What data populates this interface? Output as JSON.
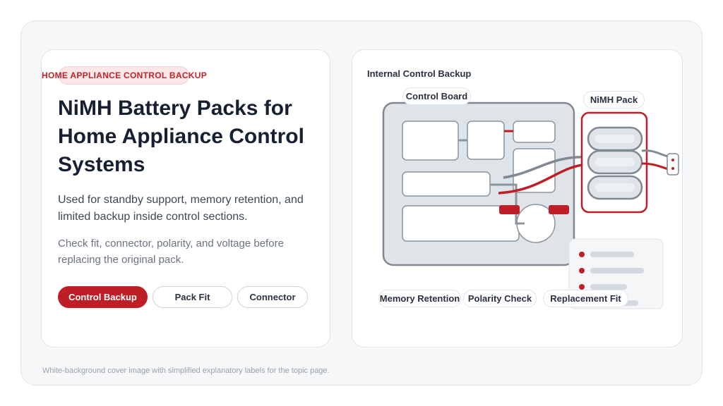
{
  "left_card": {
    "eyebrow": "HOME APPLIANCE CONTROL BACKUP",
    "title": "NiMH Battery Packs for Home Appliance Control Systems",
    "description": "Used for standby support, memory retention, and limited backup inside control sections.",
    "note": "Check fit, connector, polarity, and voltage before replacing the original pack.",
    "chips": [
      {
        "label": "Control Backup",
        "active": true
      },
      {
        "label": "Pack Fit",
        "active": false
      },
      {
        "label": "Connector",
        "active": false
      }
    ]
  },
  "right_card": {
    "title": "Internal Control Backup",
    "board_label": "Control Board",
    "pack_label": "NiMH Pack",
    "bottom_labels": [
      "Memory Retention",
      "Polarity Check",
      "Replacement Fit"
    ]
  },
  "colors": {
    "accent_red": "#be1f27",
    "board_fill": "#dfe4e8",
    "board_stroke": "#7f8893",
    "dark_text": "#172032"
  },
  "footer": "White-background cover image with simplified explanatory labels for the topic page."
}
